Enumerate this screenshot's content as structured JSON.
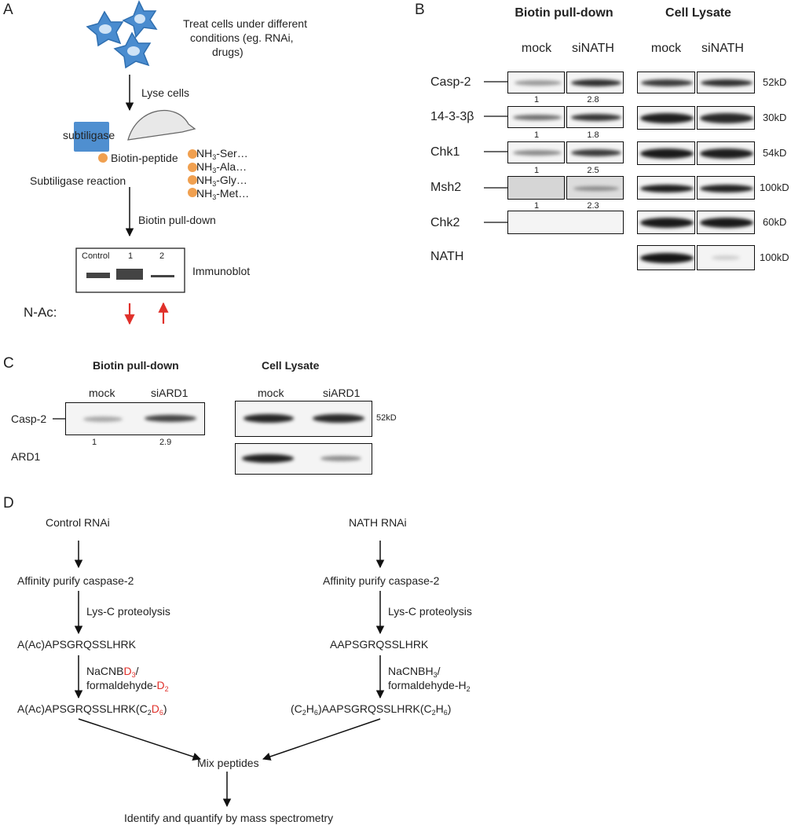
{
  "panelA": {
    "letter": "A",
    "treat_text_1": "Treat cells under different",
    "treat_text_2": "conditions (eg. RNAi,",
    "treat_text_3": "drugs)",
    "lyse": "Lyse cells",
    "subtiligase_box": "subtiligase",
    "biotin_peptide": "Biotin-peptide",
    "reaction": "Subtiligase reaction",
    "nh3_prefix": "NH",
    "nh3_sub": "3",
    "substrates": [
      "-Ser…",
      "-Ala…",
      "-Gly…",
      "-Met…"
    ],
    "pulldown": "Biotin pull-down",
    "lanes": [
      "Control",
      "1",
      "2"
    ],
    "immunoblot": "Immunoblot",
    "nac": "N-Ac:",
    "colors": {
      "cell": "#4a8ccf",
      "box": "#4f8fd0",
      "dot": "#f0a050",
      "arrow_red": "#e0302a"
    }
  },
  "panelB": {
    "letter": "B",
    "header_pulldown": "Biotin pull-down",
    "header_lysate": "Cell Lysate",
    "col_mock": "mock",
    "col_si": "siNATH",
    "rows": [
      {
        "label": "Casp-2",
        "size": "52kD",
        "quant": [
          "1",
          "2.8"
        ]
      },
      {
        "label": "14-3-3β",
        "size": "30kD",
        "quant": [
          "1",
          "1.8"
        ]
      },
      {
        "label": "Chk1",
        "size": "54kD",
        "quant": [
          "1",
          "2.5"
        ]
      },
      {
        "label": "Msh2",
        "size": "100kD",
        "quant": [
          "1",
          "2.3"
        ]
      },
      {
        "label": "Chk2",
        "size": "60kD",
        "quant": [
          "",
          ""
        ]
      },
      {
        "label": "NATH",
        "size": "100kD",
        "quant": [
          "",
          ""
        ]
      }
    ]
  },
  "panelC": {
    "letter": "C",
    "header_pulldown": "Biotin pull-down",
    "header_lysate": "Cell Lysate",
    "col_mock": "mock",
    "col_si": "siARD1",
    "row1_label": "Casp-2",
    "row1_size": "52kD",
    "row2_label": "ARD1",
    "quant": [
      "1",
      "2.9"
    ]
  },
  "panelD": {
    "letter": "D",
    "left": {
      "start": "Control RNAi",
      "purify": "Affinity purify caspase-2",
      "proteolysis": "Lys-C proteolysis",
      "peptide": "A(Ac)APSGRQSSLHRK",
      "reagent1_a": "NaCNB",
      "reagent1_d": "D",
      "reagent1_sub": "3",
      "reagent1_b": "/",
      "reagent2_a": "formaldehyde-",
      "reagent2_d": "D",
      "reagent2_sub": "2",
      "product_a": "A(Ac)APSGRQSSLHRK(C",
      "product_sub1": "2",
      "product_d": "D",
      "product_sub2": "6",
      "product_b": ")"
    },
    "right": {
      "start": "NATH RNAi",
      "purify": "Affinity purify caspase-2",
      "proteolysis": "Lys-C proteolysis",
      "peptide": "AAPSGRQSSLHRK",
      "reagent1_a": "NaCNBH",
      "reagent1_sub": "3",
      "reagent1_b": "/",
      "reagent2": "formaldehyde-H",
      "reagent2_sub": "2",
      "product_a": "(C",
      "product_sub1": "2",
      "product_b": "H",
      "product_sub2": "6",
      "product_c": ")AAPSGRQSSLHRK(C",
      "product_sub3": "2",
      "product_d": "H",
      "product_sub4": "6",
      "product_e": ")"
    },
    "mix": "Mix peptides",
    "identify": "Identify and quantify by mass spectrometry"
  }
}
